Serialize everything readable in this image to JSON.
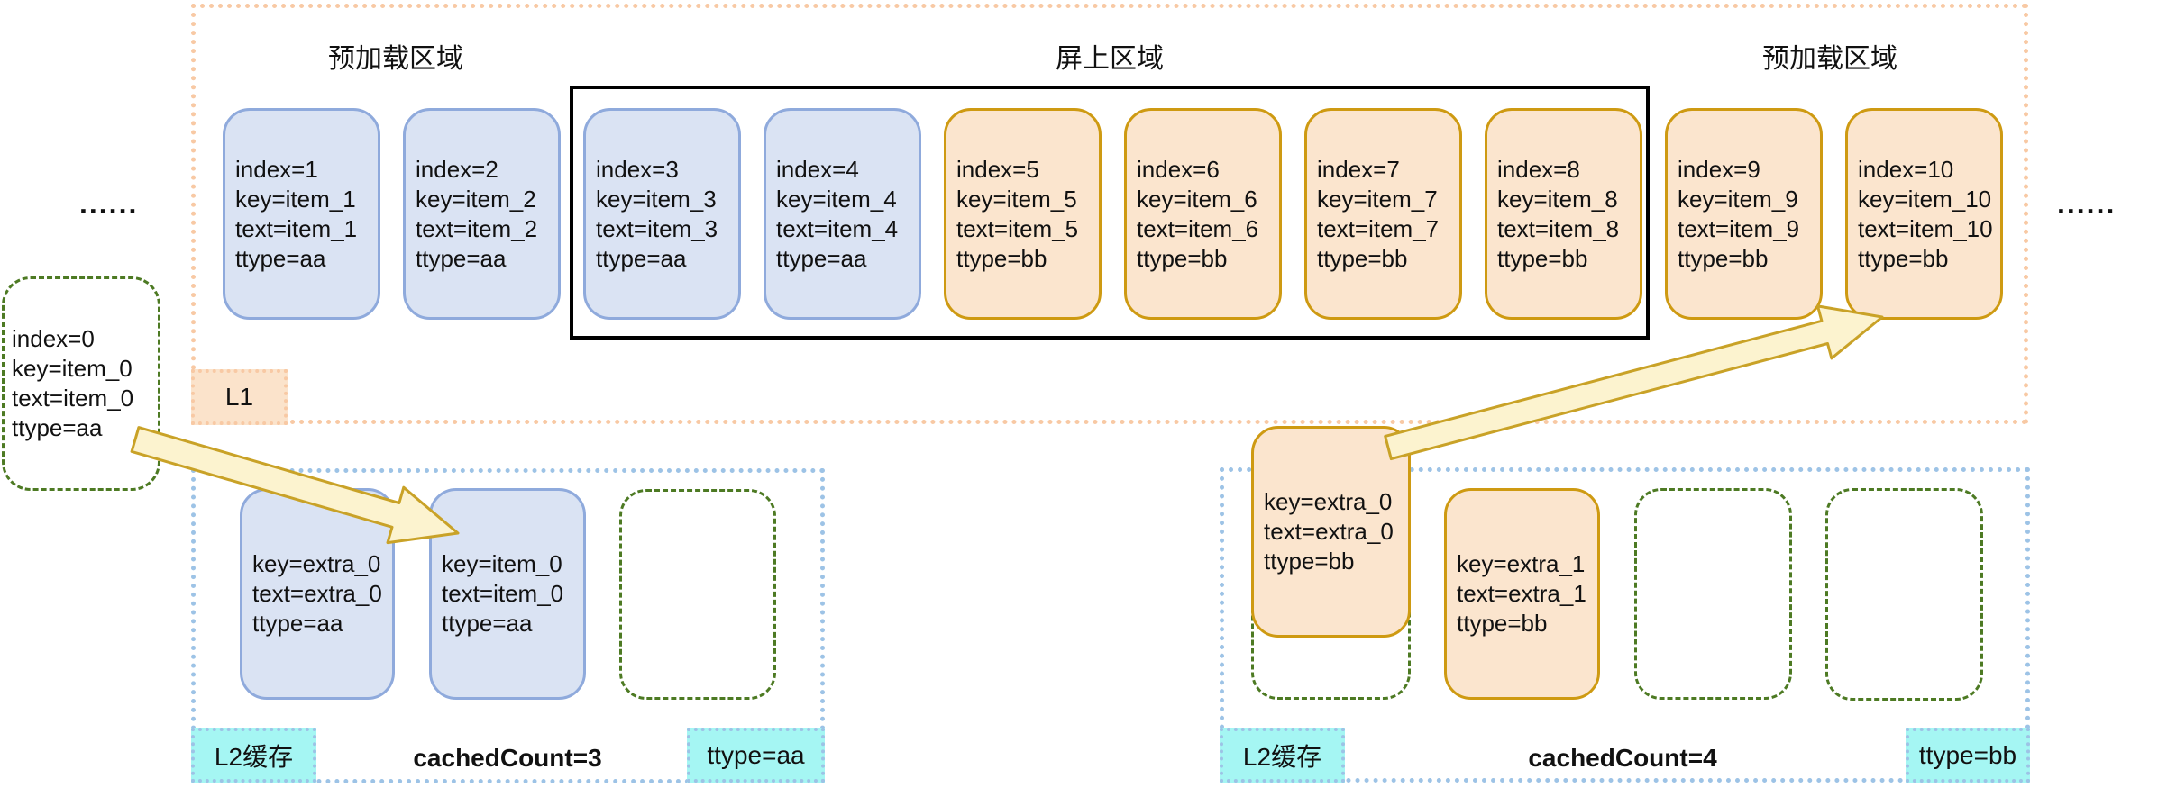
{
  "colors": {
    "blue_card_fill": "#dae3f3",
    "blue_card_border": "#8faadc",
    "orange_card_fill": "#fbe5ce",
    "orange_card_border": "#ce9a12",
    "l1_dotted_border": "#f8c9a4",
    "l1_tag_fill": "#fbe3cb",
    "l2_dotted_border": "#9dc3e6",
    "cyan_tag_fill": "#a5f6f3",
    "empty_slot_dash": "#4d7a23",
    "onscreen_rect_border": "#000000",
    "arrow_fill": "#fcf3cf",
    "arrow_stroke": "#c9a227"
  },
  "l1": {
    "tag": "L1",
    "preload_left_label": "预加载区域",
    "onscreen_label": "屏上区域",
    "preload_right_label": "预加载区域",
    "cards": [
      {
        "color": "blue",
        "lines": [
          "index=1",
          "key=item_1",
          "text=item_1",
          "ttype=aa"
        ]
      },
      {
        "color": "blue",
        "lines": [
          "index=2",
          "key=item_2",
          "text=item_2",
          "ttype=aa"
        ]
      },
      {
        "color": "blue",
        "lines": [
          "index=3",
          "key=item_3",
          "text=item_3",
          "ttype=aa"
        ]
      },
      {
        "color": "blue",
        "lines": [
          "index=4",
          "key=item_4",
          "text=item_4",
          "ttype=aa"
        ]
      },
      {
        "color": "orange",
        "lines": [
          "index=5",
          "key=item_5",
          "text=item_5",
          "ttype=bb"
        ]
      },
      {
        "color": "orange",
        "lines": [
          "index=6",
          "key=item_6",
          "text=item_6",
          "ttype=bb"
        ]
      },
      {
        "color": "orange",
        "lines": [
          "index=7",
          "key=item_7",
          "text=item_7",
          "ttype=bb"
        ]
      },
      {
        "color": "orange",
        "lines": [
          "index=8",
          "key=item_8",
          "text=item_8",
          "ttype=bb"
        ]
      },
      {
        "color": "orange",
        "lines": [
          "index=9",
          "key=item_9",
          "text=item_9",
          "ttype=bb"
        ]
      },
      {
        "color": "orange",
        "lines": [
          "index=10",
          "key=item_10",
          "text=item_10",
          "ttype=bb"
        ]
      }
    ]
  },
  "ellipsis_left": "......",
  "ellipsis_right": "......",
  "overflow_card": {
    "lines": [
      "index=0",
      "key=item_0",
      "text=item_0",
      "ttype=aa"
    ]
  },
  "l2_left": {
    "tag": "L2缓存",
    "cached_count": "cachedCount=3",
    "ttype_tag": "ttype=aa",
    "cards": [
      {
        "lines": [
          "key=extra_0",
          "text=extra_0",
          "ttype=aa"
        ]
      },
      {
        "lines": [
          "key=item_0",
          "text=item_0",
          "ttype=aa"
        ]
      }
    ],
    "empty_slots": 1
  },
  "l2_right": {
    "tag": "L2缓存",
    "cached_count": "cachedCount=4",
    "ttype_tag": "ttype=bb",
    "floating_card": {
      "lines": [
        "key=extra_0",
        "text=extra_0",
        "ttype=bb"
      ]
    },
    "cards": [
      {
        "lines": [
          "key=extra_1",
          "text=extra_1",
          "ttype=bb"
        ]
      }
    ],
    "empty_slots": 3
  }
}
